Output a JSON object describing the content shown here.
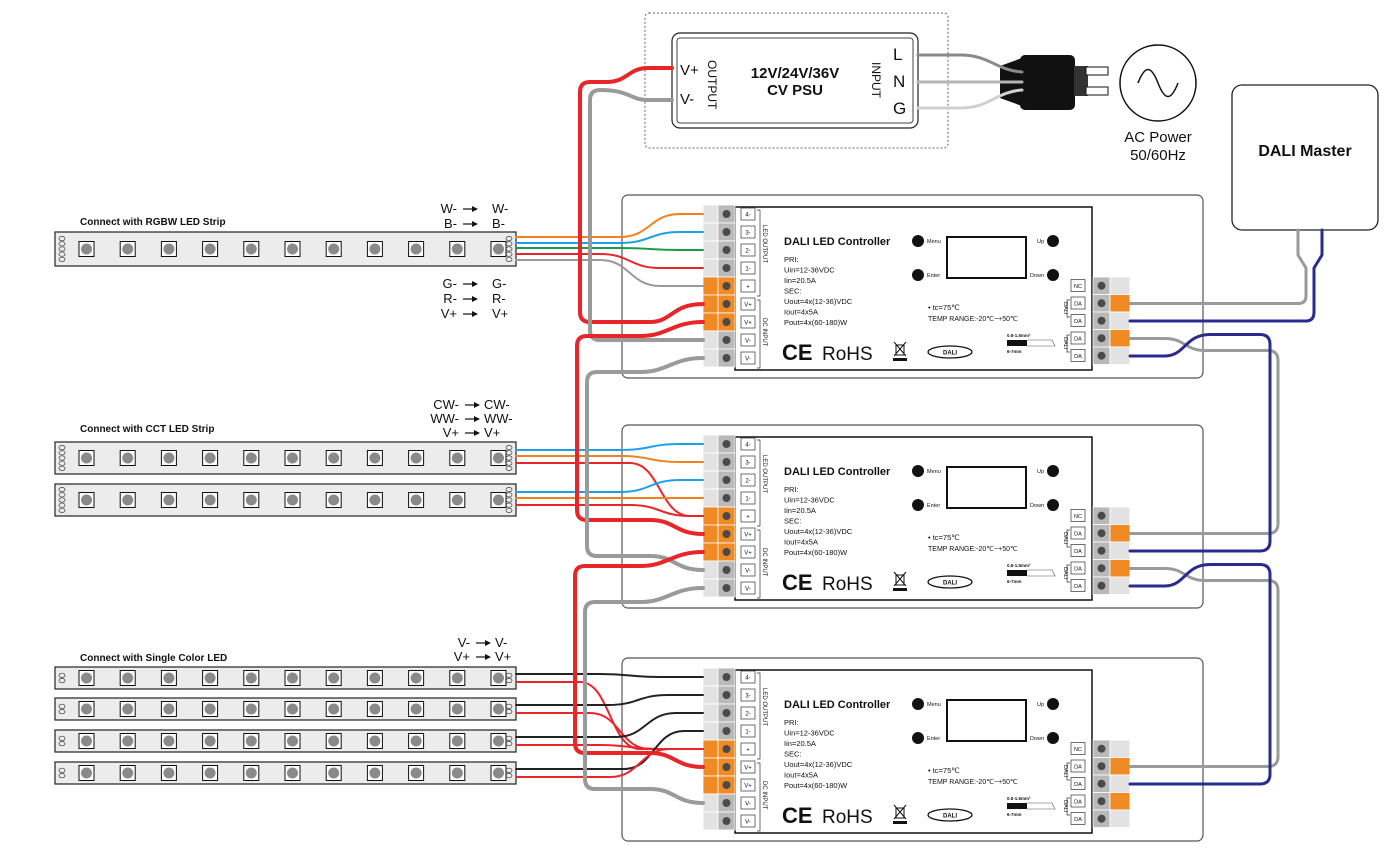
{
  "psu": {
    "title_line1": "12V/24V/36V",
    "title_line2": "CV PSU",
    "output_label": "OUTPUT",
    "input_label": "INPUT",
    "v_plus": "V+",
    "v_minus": "V-",
    "l": "L",
    "n": "N",
    "g": "G"
  },
  "ac_power": {
    "line1": "AC Power",
    "line2": "50/60Hz"
  },
  "dali_master": {
    "label": "DALI Master"
  },
  "controller": {
    "title": "DALI LED Controller",
    "specs": [
      "PRI:",
      "Uin=12-36VDC",
      "Iin=20.5A",
      "SEC:",
      "Uout=4x(12-36)VDC",
      "Iout=4x5A",
      "Pout=4x(60-180)W"
    ],
    "buttons": {
      "menu": "Menu",
      "enter": "Enter",
      "up": "Up",
      "down": "Down"
    },
    "tc": "• tc=75℃",
    "temp_range": "TEMP RANGE:-20℃~+50℃",
    "ce": "CE",
    "rohs": "RoHS",
    "dali_logo": "DALI",
    "wire_gauge": "0.5-1.5mm²",
    "strip_length": "6-7mm",
    "left_terminals": [
      "4-",
      "3-",
      "2-",
      "1-",
      "+",
      "V+",
      "V+",
      "V-",
      "V-"
    ],
    "led_output_label": "LED OUTPUT",
    "dc_input_label": "DC INPUT",
    "right_terminals": [
      "NC",
      "DA",
      "DA",
      "DA",
      "DA"
    ],
    "dali_label": "DALI"
  },
  "strips": {
    "rgbw": {
      "label": "Connect with RGBW LED Strip",
      "top_map": [
        [
          "W-",
          "W-"
        ],
        [
          "B-",
          "B-"
        ]
      ],
      "bottom_map": [
        [
          "G-",
          "G-"
        ],
        [
          "R-",
          "R-"
        ],
        [
          "V+",
          "V+"
        ]
      ]
    },
    "cct": {
      "label": "Connect with CCT LED Strip",
      "map": [
        [
          "CW-",
          "CW-"
        ],
        [
          "WW-",
          "WW-"
        ],
        [
          "V+",
          "V+"
        ]
      ]
    },
    "single": {
      "label": "Connect with Single Color LED",
      "map": [
        [
          "V-",
          "V-"
        ],
        [
          "V+",
          "V+"
        ]
      ]
    }
  },
  "colors": {
    "red": "#e8262a",
    "gray": "#9a9a9a",
    "orange": "#f0821e",
    "blue": "#1fa0e6",
    "green": "#1a9a4a",
    "black": "#222222",
    "dali_blue": "#2b2b8f",
    "terminal_orange": "#f08a24"
  }
}
